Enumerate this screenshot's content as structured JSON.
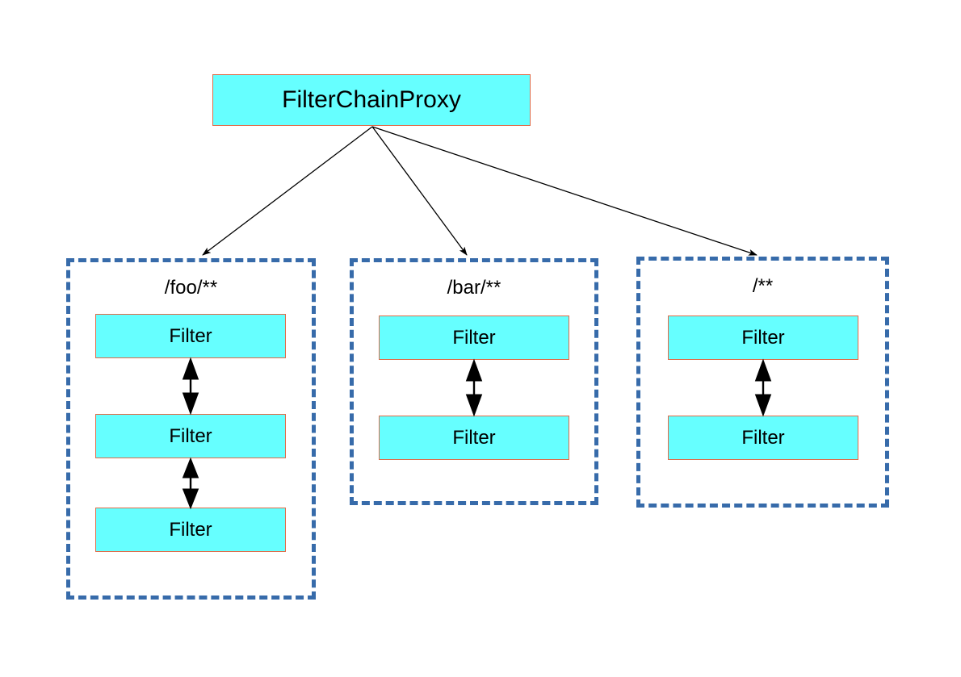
{
  "diagram": {
    "title_node": {
      "label": "FilterChainProxy"
    },
    "colors": {
      "node_fill": "#66FFFF",
      "node_border": "#E06B48",
      "group_border": "#376BAA",
      "edge": "#000000",
      "background": "#FFFFFF",
      "text": "#000000"
    },
    "chains": [
      {
        "id": "foo",
        "pattern": "/foo/**",
        "filters": [
          {
            "label": "Filter"
          },
          {
            "label": "Filter"
          },
          {
            "label": "Filter"
          }
        ],
        "filter_count": 3
      },
      {
        "id": "bar",
        "pattern": "/bar/**",
        "filters": [
          {
            "label": "Filter"
          },
          {
            "label": "Filter"
          }
        ],
        "filter_count": 2
      },
      {
        "id": "all",
        "pattern": "/**",
        "filters": [
          {
            "label": "Filter"
          },
          {
            "label": "Filter"
          }
        ],
        "filter_count": 2
      }
    ],
    "edges": [
      {
        "from": "FilterChainProxy",
        "to": "/foo/**",
        "style": "solid-arrow"
      },
      {
        "from": "FilterChainProxy",
        "to": "/bar/**",
        "style": "solid-arrow"
      },
      {
        "from": "FilterChainProxy",
        "to": "/**",
        "style": "solid-arrow"
      }
    ],
    "filter_links": [
      {
        "chain": "/foo/**",
        "between": [
          1,
          2
        ],
        "style": "double-arrow"
      },
      {
        "chain": "/foo/**",
        "between": [
          2,
          3
        ],
        "style": "double-arrow"
      },
      {
        "chain": "/bar/**",
        "between": [
          1,
          2
        ],
        "style": "double-arrow"
      },
      {
        "chain": "/**",
        "between": [
          1,
          2
        ],
        "style": "double-arrow"
      }
    ]
  }
}
